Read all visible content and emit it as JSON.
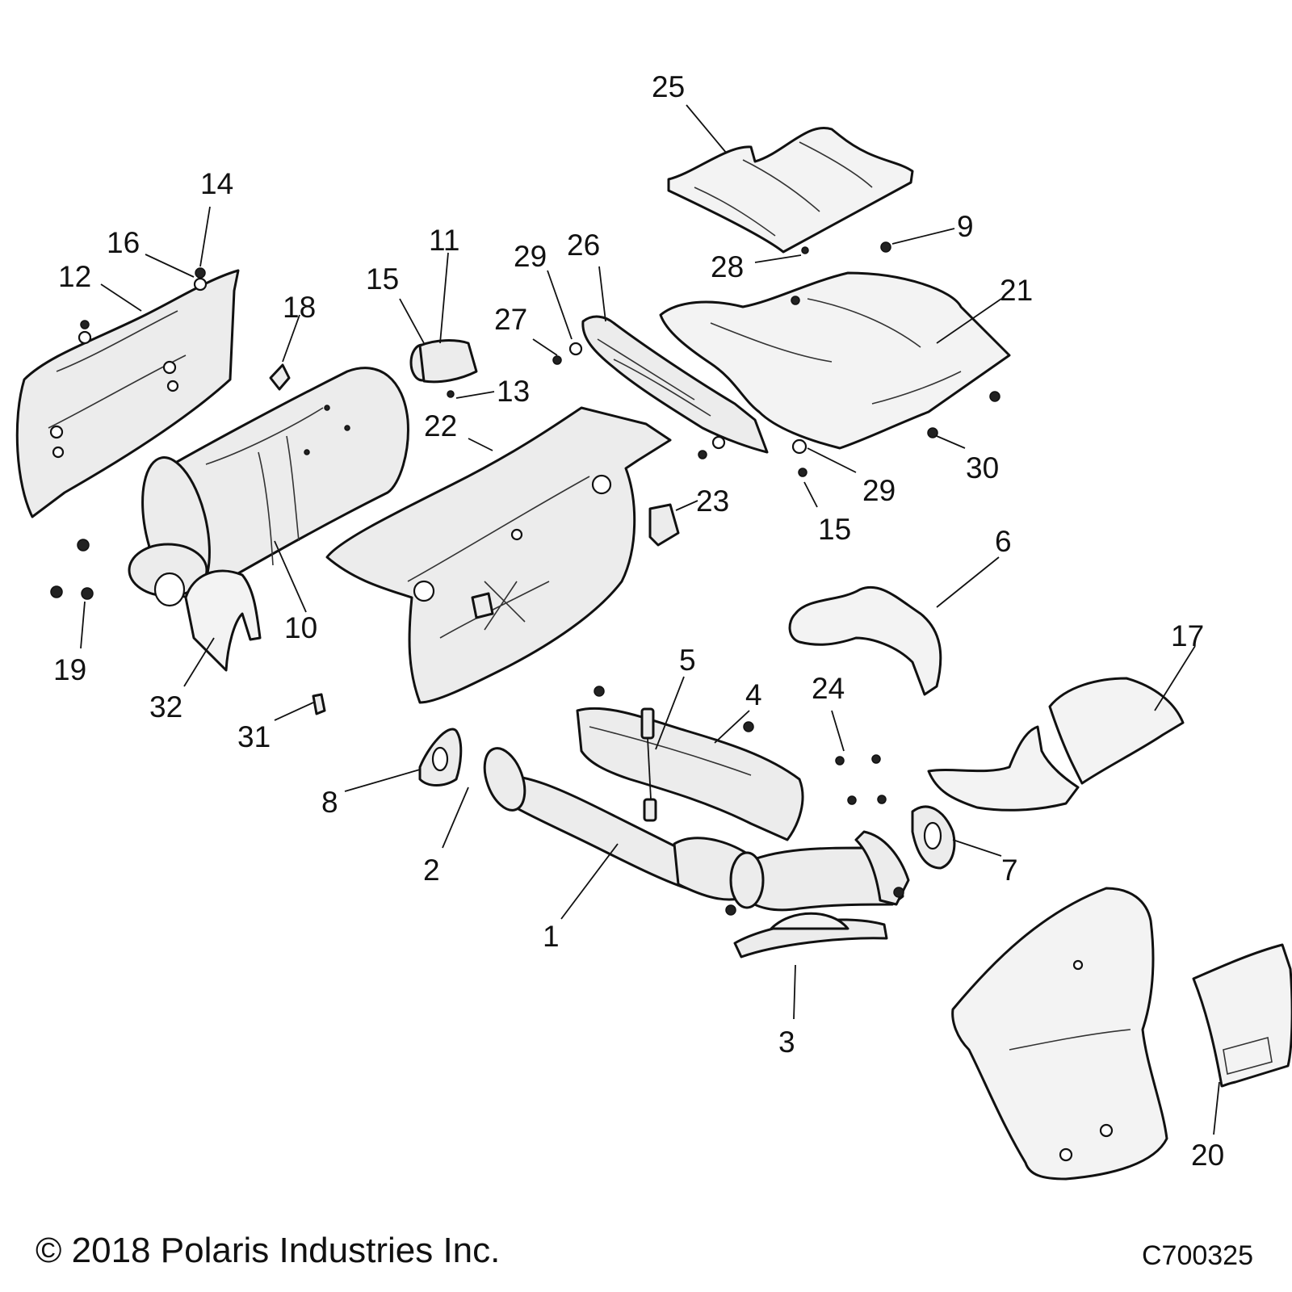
{
  "callouts": {
    "c1": "1",
    "c2": "2",
    "c3": "3",
    "c4": "4",
    "c5": "5",
    "c6": "6",
    "c7": "7",
    "c8": "8",
    "c9": "9",
    "c10": "10",
    "c11": "11",
    "c12": "12",
    "c13": "13",
    "c14": "14",
    "c15a": "15",
    "c15b": "15",
    "c16": "16",
    "c17": "17",
    "c18": "18",
    "c19": "19",
    "c20": "20",
    "c21": "21",
    "c22": "22",
    "c23": "23",
    "c24": "24",
    "c25": "25",
    "c26": "26",
    "c27": "27",
    "c28": "28",
    "c29a": "29",
    "c29b": "29",
    "c30": "30",
    "c31": "31",
    "c32": "32"
  },
  "footer": {
    "copyright": "© 2018 Polaris Industries Inc.",
    "figure_id": "C700325"
  }
}
